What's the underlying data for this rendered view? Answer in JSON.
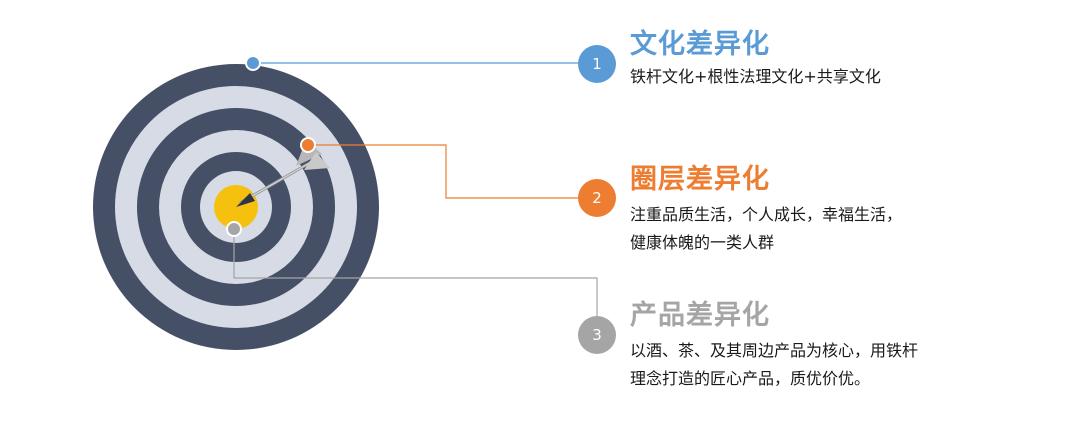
{
  "colors": {
    "ring_dark": "#455066",
    "ring_light": "#d6dbe5",
    "bullseye": "#f5c10e",
    "accent_1": "#5b9bd5",
    "accent_2": "#ed7d31",
    "accent_3": "#a5a5a5"
  },
  "items": [
    {
      "number": "1",
      "title": "文化差异化",
      "lines": [
        "铁杆文化+根性法理文化+共享文化"
      ]
    },
    {
      "number": "2",
      "title": "圈层差异化",
      "lines": [
        "注重品质生活，个人成长，幸福生活，",
        "健康体魄的一类人群"
      ]
    },
    {
      "number": "3",
      "title": "产品差异化",
      "lines": [
        "以酒、茶、及其周边产品为核心，用铁杆",
        "理念打造的匠心产品，质优价优。"
      ]
    }
  ]
}
